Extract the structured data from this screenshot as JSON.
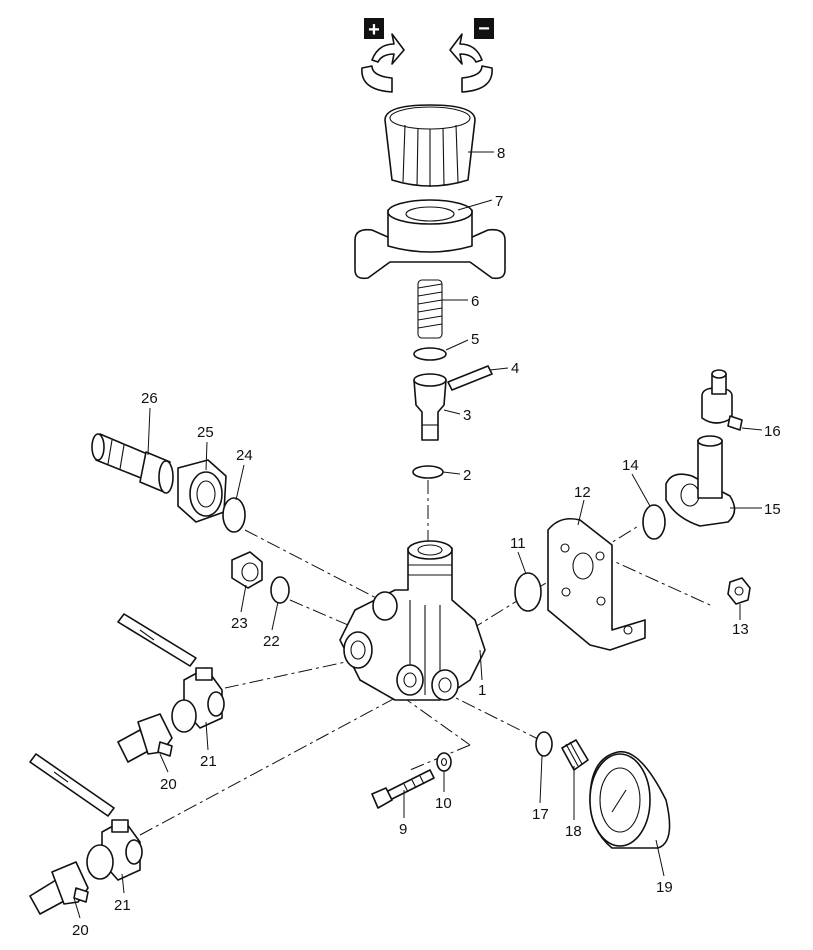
{
  "adjust_signs": {
    "plus": "+",
    "minus": "−"
  },
  "callouts": {
    "p1": "1",
    "p2": "2",
    "p3": "3",
    "p4": "4",
    "p5": "5",
    "p6": "6",
    "p7": "7",
    "p8": "8",
    "p9": "9",
    "p10": "10",
    "p11": "11",
    "p12": "12",
    "p13": "13",
    "p14": "14",
    "p15": "15",
    "p16": "16",
    "p17": "17",
    "p18": "18",
    "p19": "19",
    "p20a": "20",
    "p20b": "20",
    "p21a": "21",
    "p21b": "21",
    "p22": "22",
    "p23": "23",
    "p24": "24",
    "p25": "25",
    "p26": "26"
  },
  "colors": {
    "line": "#111111",
    "background": "#ffffff"
  }
}
